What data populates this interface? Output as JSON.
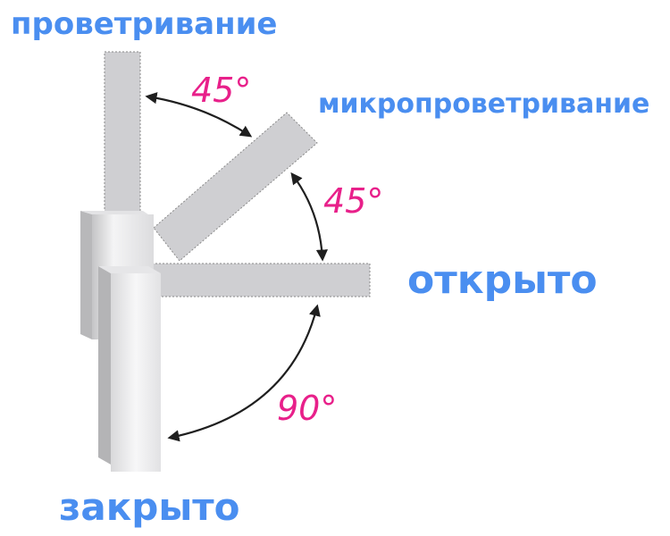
{
  "positions": {
    "ventilation": "проветривание",
    "micro_ventilation": "микропроветривание",
    "open": "открыто",
    "closed": "закрыто"
  },
  "angles": {
    "ventilation_to_micro": "45°",
    "micro_to_open": "45°",
    "open_to_closed": "90°"
  },
  "colors": {
    "position_label": "#4a8ef0",
    "angle_label": "#e8208a",
    "handle_bar": "#cfcfd2",
    "arrow": "#1f1f1f"
  }
}
